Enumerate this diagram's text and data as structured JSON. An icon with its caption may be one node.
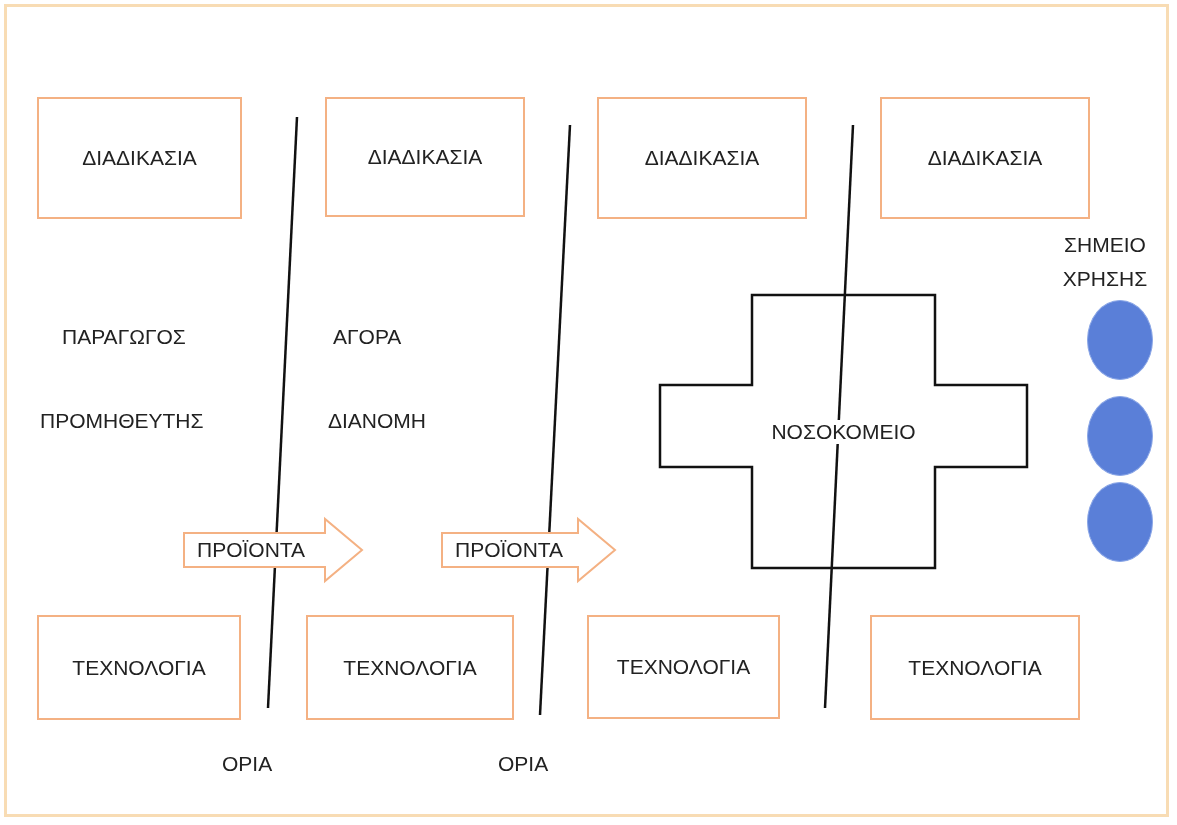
{
  "diagram": {
    "nodes": [
      {
        "text": [
          "ΔΙΑΔΙΚΑΣΙΑ"
        ]
      },
      {
        "text": [
          "ΔΙΑΔΙΚΑΣΙΑ"
        ]
      },
      {
        "text": [
          "ΔΙΑΔΙΚΑΣΙΑ"
        ]
      },
      {
        "text": [
          "ΔΙΑΔΙΚΑΣΙΑ"
        ]
      },
      {
        "text": [
          "ΝΟΣΟΚΟΜΕΙΟ"
        ]
      },
      {
        "text": [],
        "shape": "circle"
      },
      {
        "text": [],
        "shape": "circle"
      },
      {
        "text": [],
        "shape": "circle"
      },
      {
        "text": [
          "ΠΡΟΪΟΝΤΑ"
        ]
      },
      {
        "text": [
          "ΠΡΟΪΟΝΤΑ"
        ]
      },
      {
        "text": [
          "ΤΕΧΝΟΛΟΓΙΑ"
        ]
      },
      {
        "text": [
          "ΤΕΧΝΟΛΟΓΙΑ"
        ]
      },
      {
        "text": [
          "ΤΕΧΝΟΛΟΓΙΑ"
        ]
      },
      {
        "text": [
          "ΤΕΧΝΟΛΟΓΙΑ"
        ]
      }
    ],
    "labels": [
      "ΣΗΜΕΙΟ ΧΡΗΣΗΣ",
      "ΠΑΡΑΓΩΓΟΣ",
      "ΑΓΟΡΑ",
      "ΠΡΟΜΗΘΕΥΤΗΣ",
      "ΔΙΑΝΟΜΗ",
      "ΟΡΙΑ",
      "ΟΡΙΑ"
    ]
  }
}
